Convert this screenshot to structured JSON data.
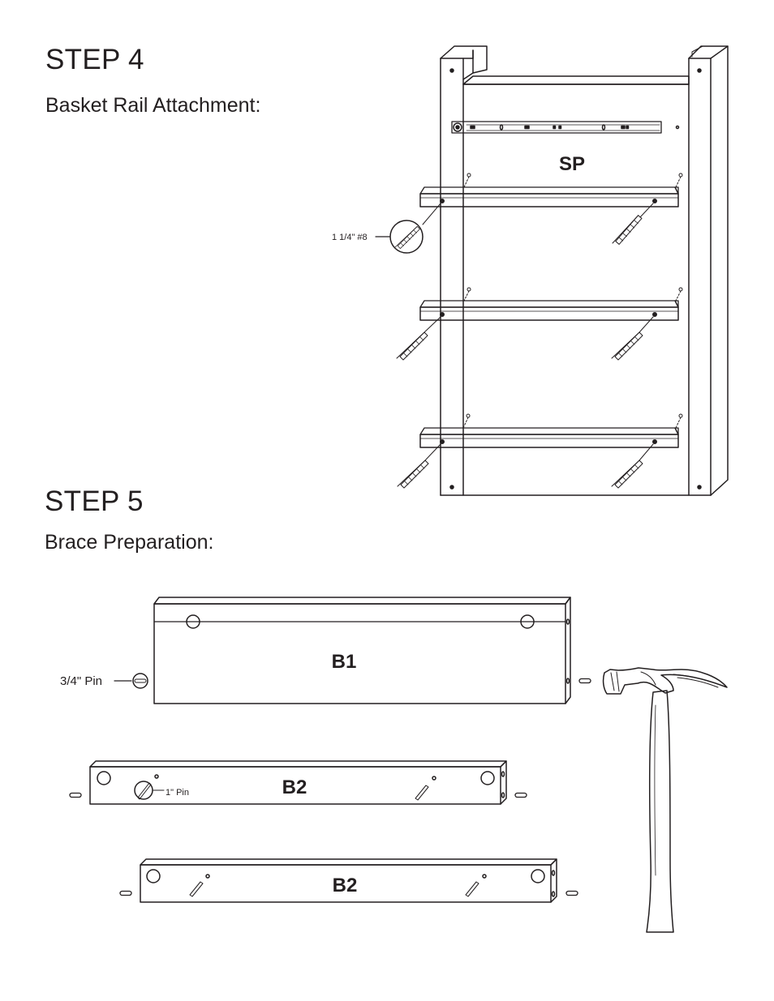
{
  "step4": {
    "title": "STEP 4",
    "subtitle": "Basket Rail Attachment:",
    "panel_label": "SP",
    "screw_label": "1 1/4\" #8"
  },
  "step5": {
    "title": "STEP 5",
    "subtitle": "Brace Preparation:",
    "brace_b1_label": "B1",
    "brace_b2_label": "B2",
    "pin_34_label": "3/4\" Pin",
    "pin_1_label": "1\" Pin"
  }
}
